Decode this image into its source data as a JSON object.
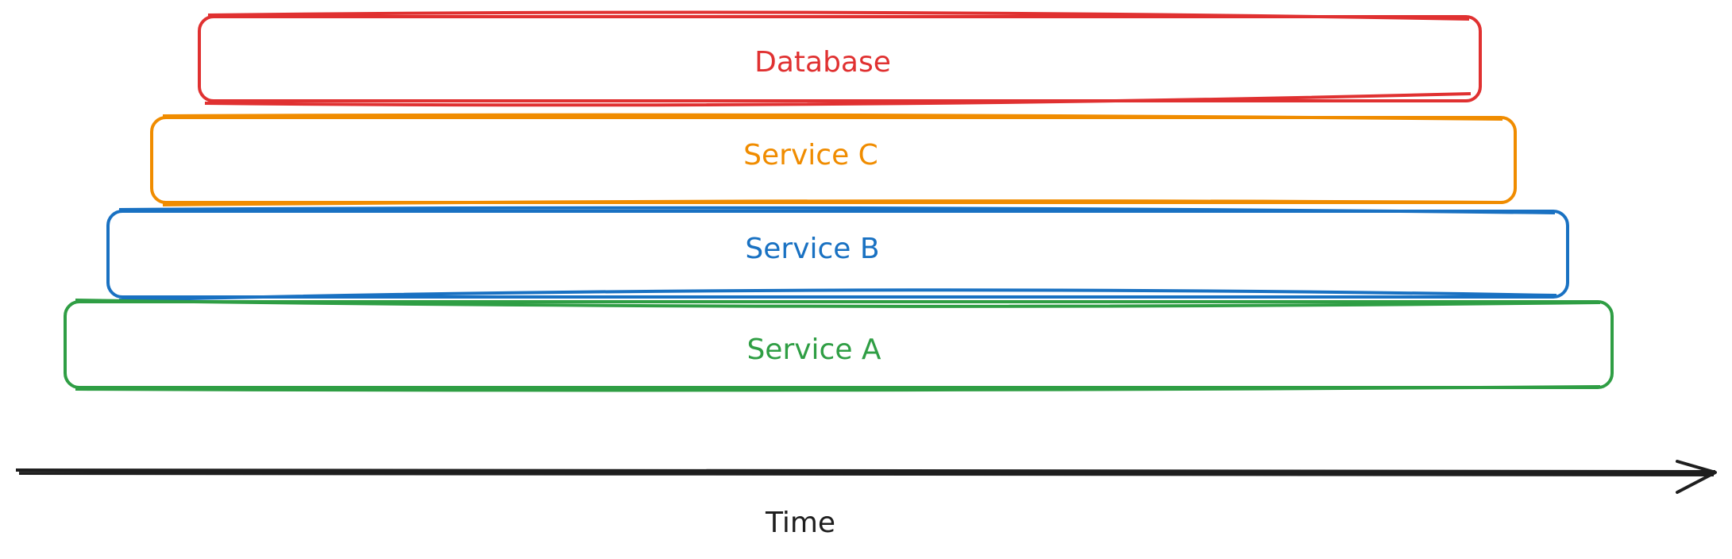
{
  "layers": [
    {
      "label": "Database",
      "color": "#e03131"
    },
    {
      "label": "Service C",
      "color": "#f08c00"
    },
    {
      "label": "Service B",
      "color": "#1971c2"
    },
    {
      "label": "Service A",
      "color": "#2f9e44"
    }
  ],
  "axis": {
    "label": "Time",
    "color": "#1e1e1e"
  }
}
